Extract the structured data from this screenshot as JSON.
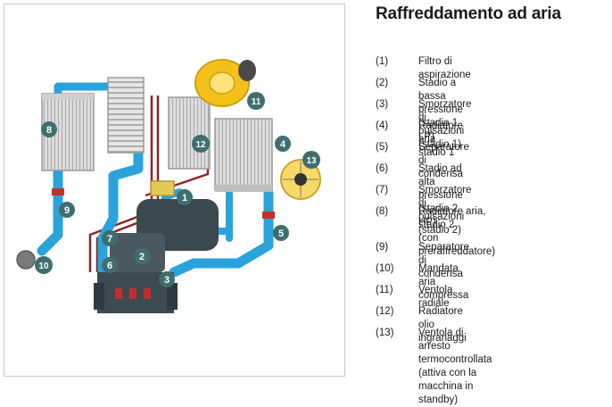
{
  "title": "Raffreddamento ad aria",
  "colors": {
    "pipe_air": "#2aa3dc",
    "pipe_oil": "#8b2626",
    "callout": "#3f6e6e",
    "radiator_frame": "#c7c7c7",
    "fan": "#f2c21b",
    "machine": "#3a4850"
  },
  "legend": [
    {
      "num": "(1)",
      "label": "Filtro di aspirazione"
    },
    {
      "num": "(2)",
      "label": "Stadio a bassa pressione (stadio 1 LP)"
    },
    {
      "num": "(3)",
      "label": "Smorzatore di pulsazioni (stadio 1)"
    },
    {
      "num": "(4)",
      "label": "Radiatore aria stadio 1"
    },
    {
      "num": "(5)",
      "label": "Separatore di condensa"
    },
    {
      "num": "(6)",
      "label": "Stadio ad alta pressione (stadio 2 HP)"
    },
    {
      "num": "(7)",
      "label": "Smorzatore di pulsazioni (stadio 2)"
    },
    {
      "num": "(8)",
      "label": "Radiatore aria, stadio 2\n(con preraffreddatore)"
    },
    {
      "num": "(9)",
      "label": "Separatore di condensa"
    },
    {
      "num": "(10)",
      "label": "Mandata aria compressa"
    },
    {
      "num": "(11)",
      "label": "Ventola radiale"
    },
    {
      "num": "(12)",
      "label": "Radiatore olio ingranaggi"
    },
    {
      "num": "(13)",
      "label": "Ventola di arresto termocontrollata\n(attiva con la macchina in standby)"
    }
  ],
  "callouts": [
    "1",
    "2",
    "3",
    "4",
    "5",
    "6",
    "7",
    "8",
    "9",
    "10",
    "11",
    "12",
    "13"
  ]
}
